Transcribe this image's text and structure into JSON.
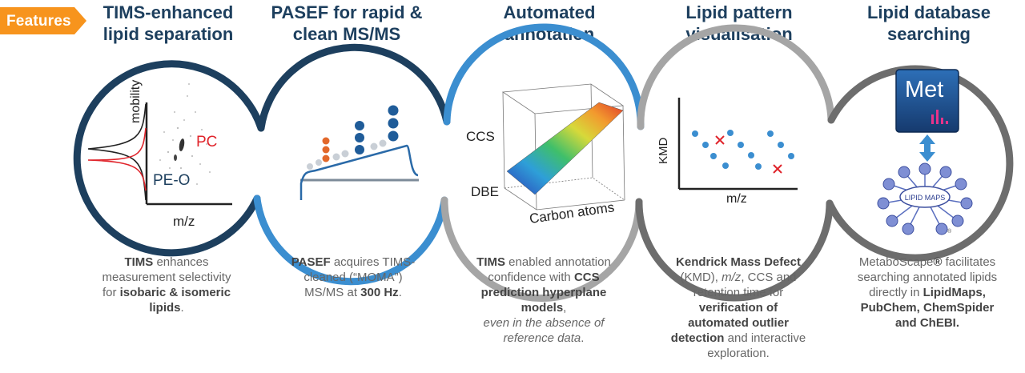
{
  "badge": {
    "label": "Features",
    "color": "#f7941d"
  },
  "colors": {
    "navy": "#1d3f5e",
    "blue": "#3b8ed0",
    "grey": "#a5a5a5",
    "dark_grey": "#6d6d6d",
    "red": "#e0242b",
    "orange": "#e2682b"
  },
  "features": [
    {
      "title_1": "TIMS-enhanced",
      "title_2": "lipid separation",
      "desc": [
        [
          {
            "b": "TIMS"
          },
          {
            "t": " enhances"
          }
        ],
        [
          {
            "t": "measurement selectivity"
          }
        ],
        [
          {
            "t": "for "
          },
          {
            "b": "isobaric & isomeric"
          }
        ],
        [
          {
            "b": "lipids"
          },
          {
            "t": "."
          }
        ]
      ],
      "graphic": {
        "y_label": "mobility",
        "x_label": "m/z",
        "label_pc": "PC",
        "label_peo": "PE-O"
      }
    },
    {
      "title_1": "PASEF for rapid &",
      "title_2": "clean MS/MS",
      "desc": [
        [
          {
            "b": "PASEF"
          },
          {
            "t": " acquires TIMS-"
          }
        ],
        [
          {
            "t": "cleaned (“MOMA”)"
          }
        ],
        [
          {
            "t": "MS/MS at "
          },
          {
            "b": "300 Hz"
          },
          {
            "t": "."
          }
        ]
      ]
    },
    {
      "title_1": "Automated",
      "title_2": "annotation",
      "desc": [
        [
          {
            "b": "TIMS"
          },
          {
            "t": " enabled annotation"
          }
        ],
        [
          {
            "t": "confidence with "
          },
          {
            "b": "CCS"
          }
        ],
        [
          {
            "b": "prediction hyperplane models"
          },
          {
            "t": ","
          }
        ],
        [
          {
            "i": "even in the absence of"
          }
        ],
        [
          {
            "i": "reference data"
          },
          {
            "t": "."
          }
        ]
      ],
      "graphic": {
        "label_ccs": "CCS",
        "label_dbe": "DBE",
        "label_carbon": "Carbon atoms"
      }
    },
    {
      "title_1": "Lipid pattern",
      "title_2": "visualisation",
      "desc": [
        [
          {
            "b": "Kendrick Mass Defect"
          }
        ],
        [
          {
            "t": "(KMD), "
          },
          {
            "i": "m/z"
          },
          {
            "t": ", CCS and"
          }
        ],
        [
          {
            "t": "retention time for"
          }
        ],
        [
          {
            "b": "verification of"
          }
        ],
        [
          {
            "b": "automated outlier"
          }
        ],
        [
          {
            "b": "detection"
          },
          {
            "t": " and interactive"
          }
        ],
        [
          {
            "t": "exploration."
          }
        ]
      ],
      "graphic": {
        "y_label": "KMD",
        "x_label": "m/z"
      }
    },
    {
      "title_1": "Lipid database",
      "title_2": "searching",
      "desc": [
        [
          {
            "t": "MetaboScape"
          },
          {
            "b": "®"
          },
          {
            "t": " facilitates"
          }
        ],
        [
          {
            "t": "searching annotated lipids"
          }
        ],
        [
          {
            "t": "directly in "
          },
          {
            "b": "LipidMaps,"
          }
        ],
        [
          {
            "b": "PubChem, ChemSpider"
          }
        ],
        [
          {
            "b": "and ChEBI."
          }
        ]
      ],
      "graphic": {
        "app_label": "Met",
        "db_label": "LIPID MAPS",
        "reg_mark": "®"
      }
    }
  ]
}
